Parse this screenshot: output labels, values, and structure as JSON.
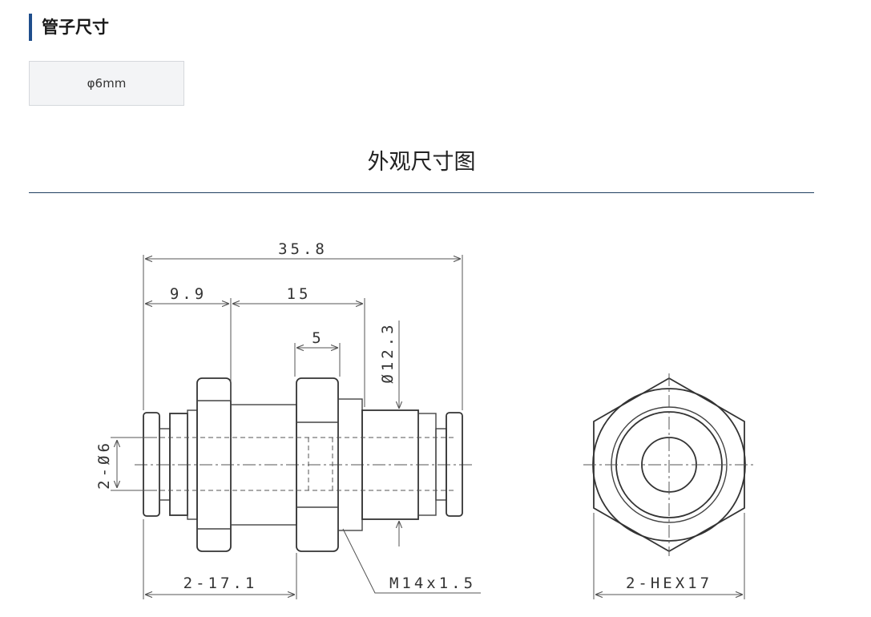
{
  "section": {
    "title": "管子尺寸"
  },
  "size_option": {
    "label": "φ6mm"
  },
  "drawing": {
    "title": "外观尺寸图",
    "dims": {
      "overall": "35.8",
      "left": "9.9",
      "mid": "15",
      "hex_width": "5",
      "diameter": "Ø12.3",
      "tube": "2-Ø6",
      "bottom": "2-17.1",
      "thread": "M14x1.5",
      "hex": "2-HEX17"
    }
  }
}
